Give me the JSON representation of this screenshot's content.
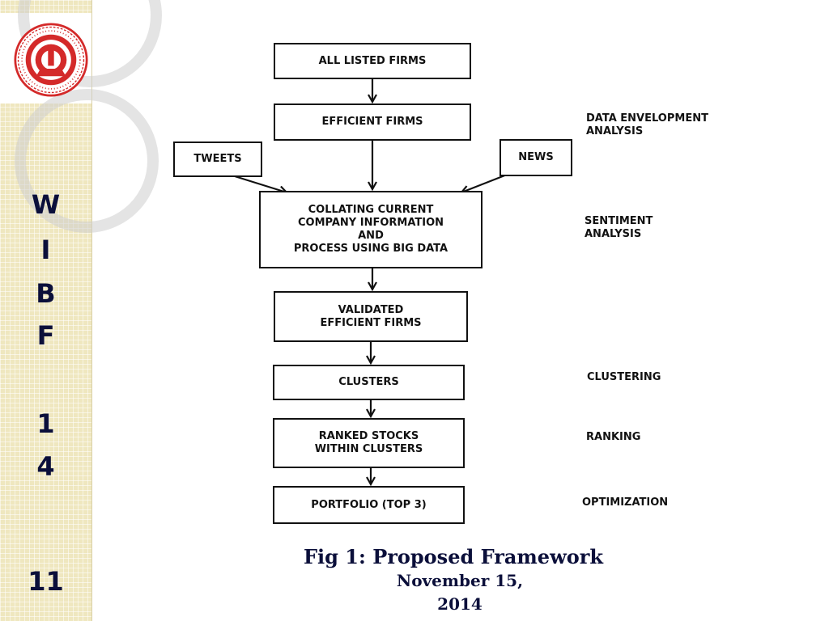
{
  "sidebar": {
    "letters": [
      "W",
      "I",
      "B",
      "F",
      "1",
      "4"
    ],
    "page_number": "11"
  },
  "diagram": {
    "boxes": {
      "all_listed_firms": "ALL LISTED FIRMS",
      "efficient_firms": "EFFICIENT FIRMS",
      "tweets": "TWEETS",
      "news": "NEWS",
      "collating": "COLLATING CURRENT\nCOMPANY INFORMATION\nAND\nPROCESS USING BIG DATA",
      "validated": "VALIDATED\nEFFICIENT FIRMS",
      "clusters": "CLUSTERS",
      "ranked": "RANKED STOCKS\nWITHIN CLUSTERS",
      "portfolio": "PORTFOLIO (TOP 3)"
    },
    "stage_labels": {
      "dea": "DATA ENVELOPMENT\nANALYSIS",
      "sentiment": "SENTIMENT\nANALYSIS",
      "clustering": "CLUSTERING",
      "ranking": "RANKING",
      "optimization": "OPTIMIZATION"
    }
  },
  "caption": {
    "figure": "Fig 1: Proposed Framework",
    "date_line1": "November 15,",
    "date_line2": "2014"
  },
  "colors": {
    "sidebar_bg": "#efe7bf",
    "text_navy": "#0b0f3a",
    "logo_red": "#d42a2a"
  }
}
